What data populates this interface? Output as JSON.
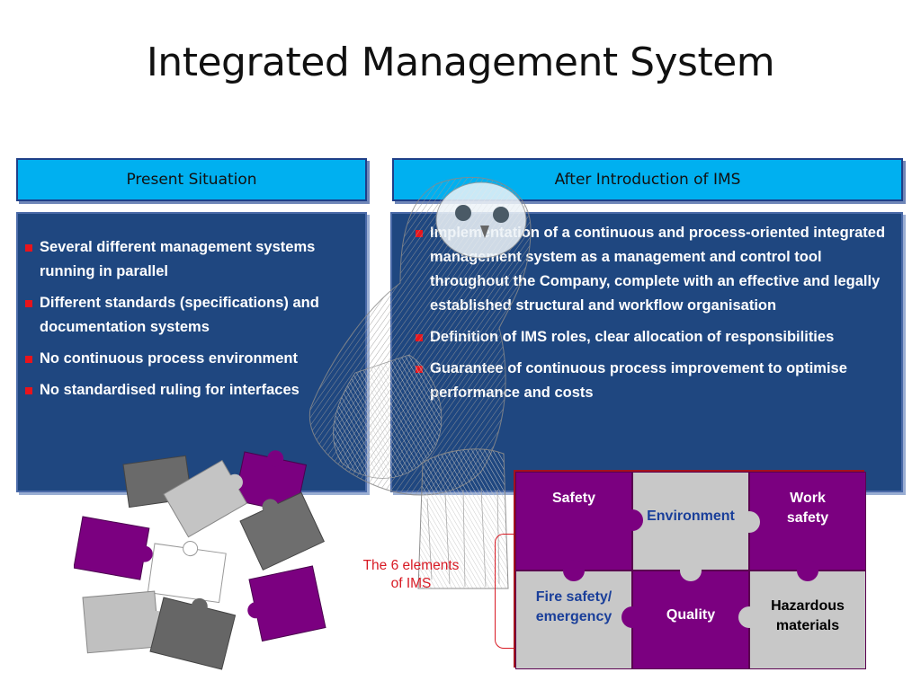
{
  "page": {
    "title": "Integrated Management System"
  },
  "left_column": {
    "header": "Present Situation",
    "items": [
      "Several different management systems running in parallel",
      "Different standards (specifications) and documentation systems",
      "No continuous process environment",
      "No standardised ruling for interfaces"
    ]
  },
  "right_column": {
    "header": "After Introduction of IMS",
    "items": [
      "Implementation of a continuous and process-oriented integrated management system as a management and control tool throughout the Company, complete with an effective and legally established structural and workflow organisation",
      "Definition of IMS roles, clear allocation of responsibilities",
      "Guarantee of continuous process improvement to optimise performance and costs"
    ]
  },
  "puzzle": {
    "caption_line1": "The 6 elements",
    "caption_line2": "of IMS",
    "pieces": {
      "safety": "Safety",
      "environment": "Environment",
      "work_safety_l1": "Work",
      "work_safety_l2": "safety",
      "fire_safety_l1": "Fire safety/",
      "fire_safety_l2": "emergency",
      "quality": "Quality",
      "hazardous_l1": "Hazardous",
      "hazardous_l2": "materials"
    }
  },
  "colors": {
    "header_cyan": "#00b0f0",
    "body_navy": "#1f4780",
    "bullet_red": "#e8141c",
    "purple": "#7b0080",
    "gray": "#c8c8c8"
  }
}
